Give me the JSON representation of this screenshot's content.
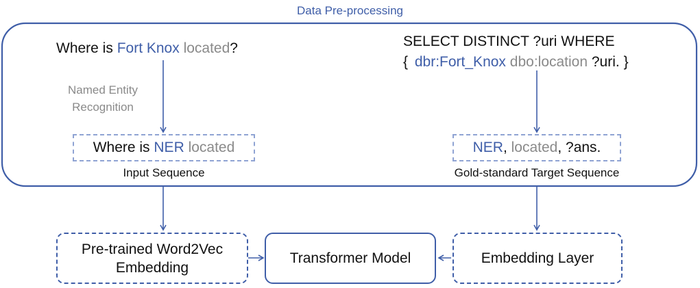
{
  "title": "Data Pre-processing",
  "question": {
    "part1": "Where is ",
    "entity": "Fort Knox",
    "part2": " ",
    "relation": "located",
    "part3": "?"
  },
  "ner_label": {
    "line1": "Named Entity",
    "line2": "Recognition"
  },
  "input_sequence": {
    "part1": "Where is ",
    "ner": "NER",
    "part2": " ",
    "relation": "located",
    "caption": "Input Sequence"
  },
  "query": {
    "line1": "SELECT DISTINCT ?uri WHERE",
    "brace_open": "{ ",
    "entity": "dbr:Fort_Knox",
    "relation": "dbo:location",
    "rest": " ?uri. }"
  },
  "target_sequence": {
    "ner": "NER",
    "sep": ", ",
    "relation": "located",
    "rest": ", ?ans.",
    "caption": "Gold-standard Target Sequence"
  },
  "bottom": {
    "word2vec_line1": "Pre-trained Word2Vec",
    "word2vec_line2": "Embedding",
    "transformer": "Transformer Model",
    "embedding_layer": "Embedding Layer"
  },
  "colors": {
    "accent": "#3f5ea8",
    "gray": "#8a8a8a",
    "dashed_light": "#8fa3d3",
    "text": "#111111"
  }
}
